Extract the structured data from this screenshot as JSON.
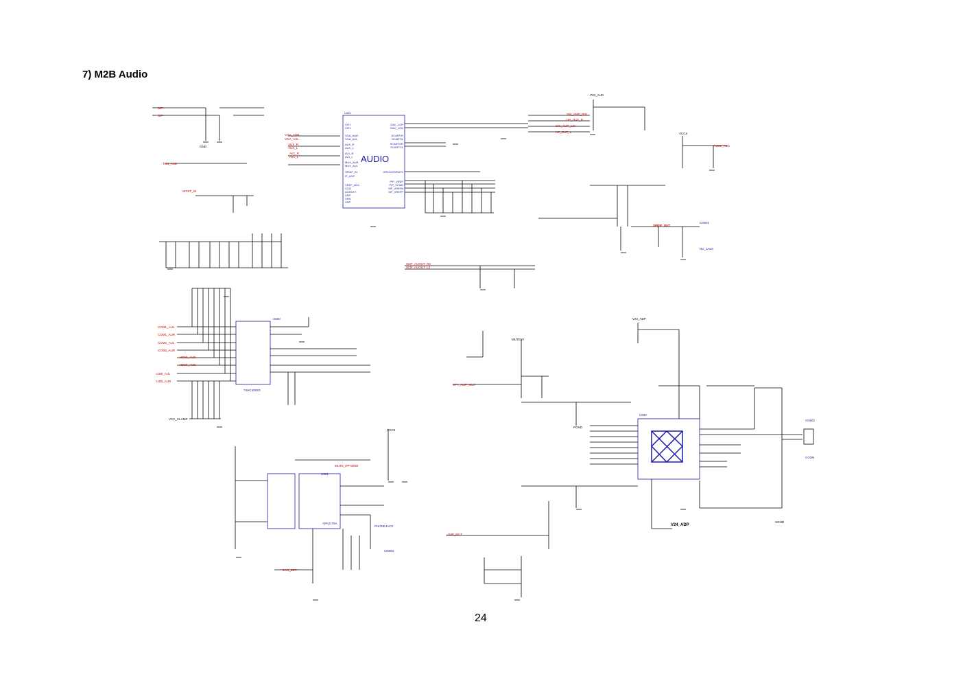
{
  "page": {
    "title": "7) M2B Audio",
    "page_number": "24"
  },
  "colors": {
    "wire": "#000000",
    "net": "#cc0000",
    "component": "#1a1a99",
    "chip_fill": "#1a1aa8"
  },
  "blocks": {
    "audio_ic": {
      "name": "AUDIO",
      "ref": "U400",
      "left_pins": [
        "SIF1",
        "SIF1",
        "VGA_AUR",
        "VGA_AUL",
        "AUX_R",
        "AUX_L",
        "AV1_R",
        "AV1_L",
        "MUX_AUR",
        "MUX_AUL",
        "SPDIF_IN",
        "IF_AGC",
        "VREF_ADC",
        "VCM",
        "AGSCKT",
        "VRP",
        "VRN",
        "VRP"
      ],
      "right_pins": [
        "DAC_LOP",
        "DAC_LON",
        "SCARTIR",
        "SCARTIL",
        "SCARTOR",
        "SCARTOL",
        "GPIO40/SPDIF0",
        "PIP_VREP",
        "PIP_VCMD",
        "SIF_VREFN",
        "SIF_VREFP"
      ]
    },
    "mux_ic": {
      "ref": "U500",
      "part": "74HC4052D"
    },
    "headphone_amp": {
      "ref": "U501",
      "part": "APA2176A"
    },
    "class_d_amp": {
      "ref": "U600",
      "supply": "V24_ADP"
    },
    "connector": {
      "ref": "CN602",
      "label": "CONN"
    },
    "headphone_jack": {
      "ref": "CN603",
      "label": "PHONEJACK"
    },
    "spdif_jack": {
      "ref": "CN601",
      "label": "NC_JACK"
    }
  },
  "nets": {
    "left": [
      "SIF+",
      "SIF-",
      "VGA_AUR",
      "VGA_AUL",
      "AUX_R",
      "AUX_L",
      "AV1_R",
      "AV1_L",
      "TUN_AUD",
      "SPDIF_IN",
      "COM1_AUL",
      "COM1_AUR",
      "COM2_AUL",
      "COM2_AUR",
      "HDMI_AUD",
      "HDMI_AUD",
      "USB_AUL",
      "USB_AUR",
      "VCC_CLAMP"
    ],
    "right": [
      "SW_AMP_RIN",
      "HP_OUT_R",
      "SW_AMP_LIN",
      "HP_OUT_L",
      "SCR_AUOUT_R2",
      "SCR_AUOUT_L2",
      "SPDIF_OUT",
      "V33_AUD",
      "AVDD_ADC",
      "VCC3",
      "VCC5",
      "MUTE5V",
      "V24_ADP",
      "AMP_MUT",
      "STY_AMP_MUT",
      "MUTE_HPHONE",
      "EAR_DET",
      "SGND",
      "PGND",
      "GND"
    ]
  }
}
